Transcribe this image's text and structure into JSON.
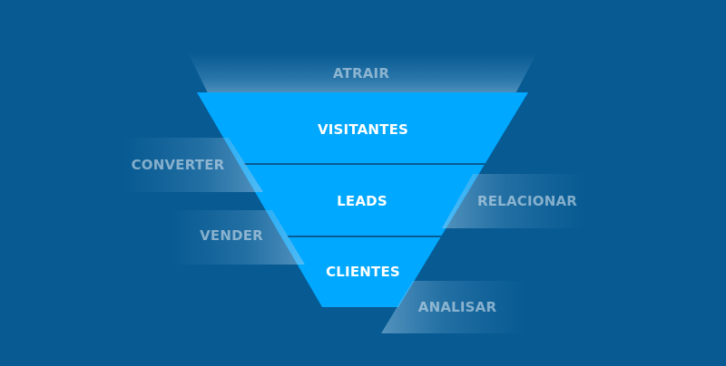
{
  "funnel": {
    "top_label": "ATRAIR",
    "stages": [
      {
        "label": "VISITANTES"
      },
      {
        "label": "LEADS"
      },
      {
        "label": "CLIENTES"
      }
    ]
  },
  "side_steps": {
    "converter": "CONVERTER",
    "relacionar": "RELACIONAR",
    "vender": "VENDER",
    "analisar": "ANALISAR"
  },
  "colors": {
    "background": "#075a92",
    "funnel_fill": "#00a8ff",
    "divider": "#0a5b93",
    "stage_text": "#ffffff",
    "step_text": "#c4d8e8"
  }
}
